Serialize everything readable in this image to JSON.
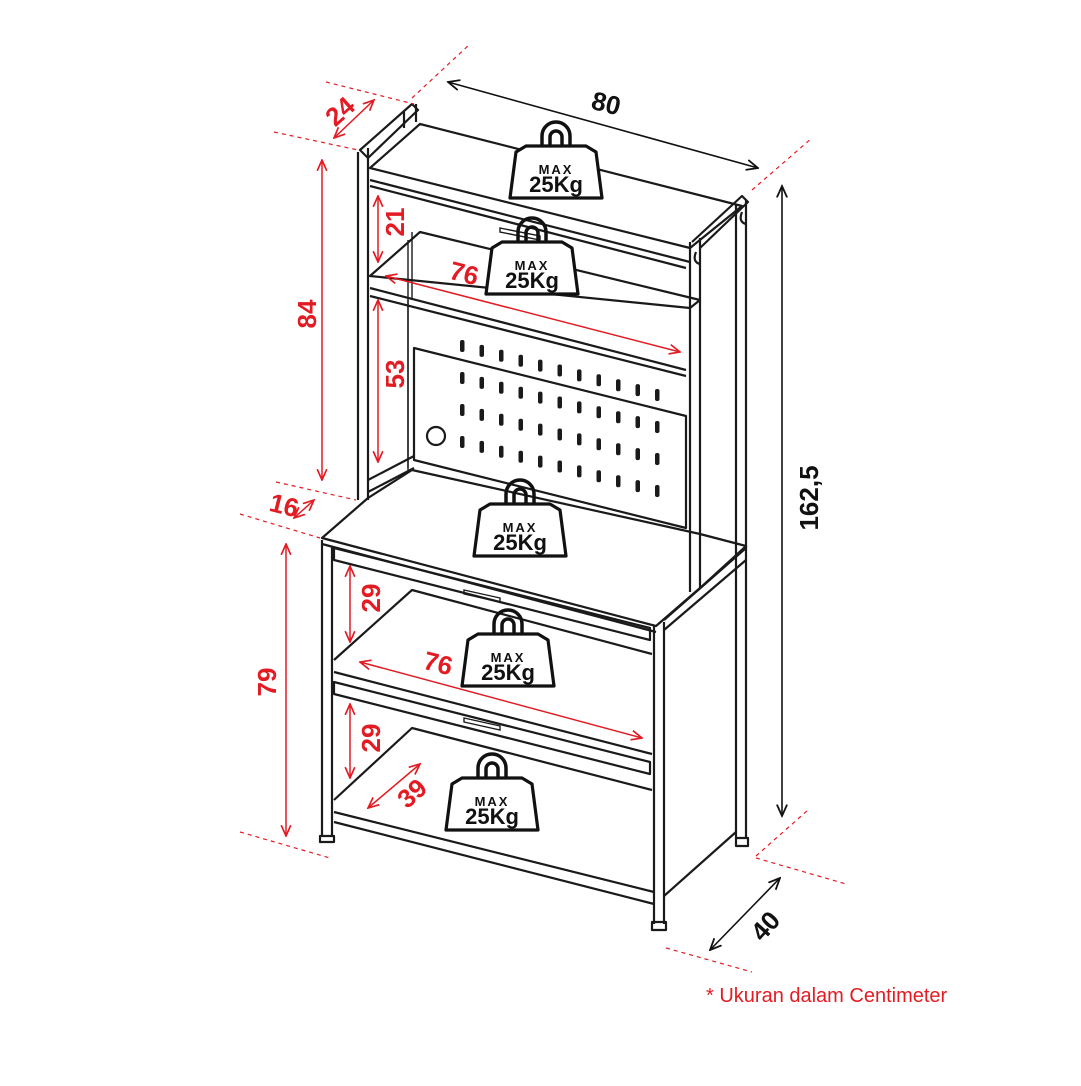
{
  "dimensions": {
    "top_depth": "24",
    "width": "80",
    "top_shelf_gap": "21",
    "inner_width_top": "76",
    "hutch_height": "84",
    "pegboard_height": "53",
    "counter_offset": "16",
    "total_height": "162,5",
    "lower_height": "79",
    "drawer_gap_1": "29",
    "inner_width_lower": "76",
    "drawer_gap_2": "29",
    "lower_depth_inner": "39",
    "depth": "40"
  },
  "weight_badge": {
    "max_label": "MAX",
    "load_label": "25Kg",
    "icon": "weight-icon"
  },
  "footnote": "* Ukuran dalam Centimeter",
  "colors": {
    "dimension_red": "#e31b23",
    "outline": "#1a1a1a"
  }
}
